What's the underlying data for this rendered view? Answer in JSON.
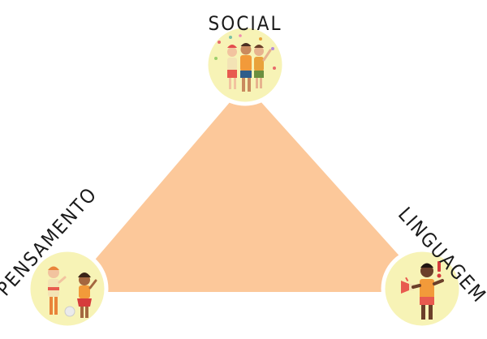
{
  "diagram": {
    "nodes": [
      {
        "id": "social",
        "label": "SOCIAL",
        "icon": "group-of-friends-icon"
      },
      {
        "id": "pensamento",
        "label": "PENSAMENTO",
        "icon": "children-playing-icon"
      },
      {
        "id": "linguagem",
        "label": "LINGUAGEM",
        "icon": "child-with-megaphone-icon"
      }
    ],
    "colors": {
      "triangle": "#fcc89a",
      "circle_fill": "#f7f3b6",
      "circle_stroke": "#ffffff",
      "label": "#1a1a1a"
    }
  }
}
